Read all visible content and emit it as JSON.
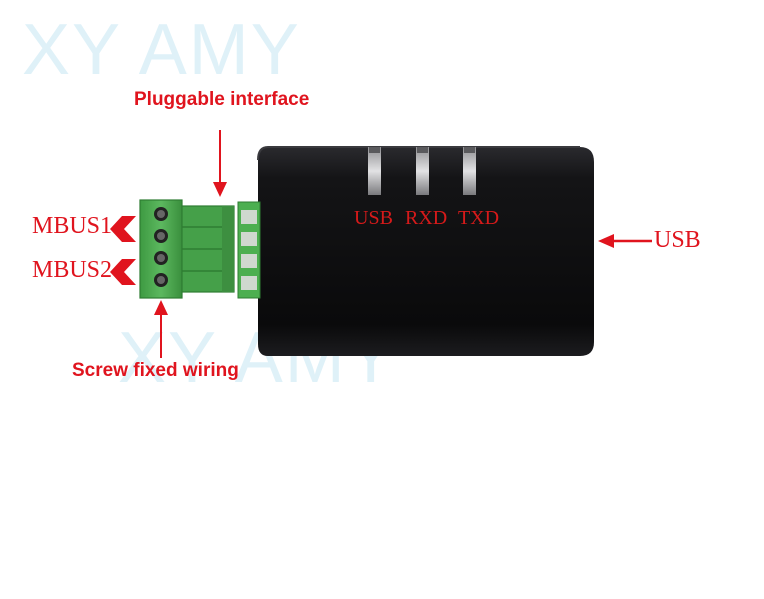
{
  "watermark": {
    "text": "XY AMY"
  },
  "labels": {
    "pluggable_interface": "Pluggable interface",
    "screw_fixed_wiring": "Screw fixed wiring",
    "mbus1": "MBUS1",
    "mbus2": "MBUS2",
    "usb_port": "USB"
  },
  "leds": [
    {
      "label": "USB"
    },
    {
      "label": "RXD"
    },
    {
      "label": "TXD"
    }
  ],
  "colors": {
    "annotation": "#e0141e",
    "watermark": "#dff1f8",
    "device_body": "#0d0d0f",
    "terminal_green": "#43a047"
  }
}
